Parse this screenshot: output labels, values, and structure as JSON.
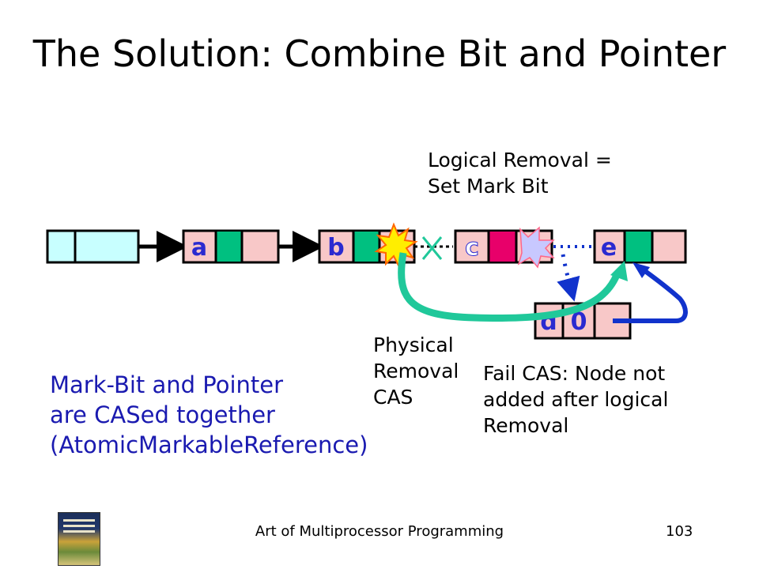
{
  "title": "The Solution: Combine Bit and Pointer",
  "labels": {
    "logical_removal": [
      "Logical Removal =",
      "Set Mark Bit"
    ],
    "physical_removal": [
      "Physical",
      "Removal",
      "CAS"
    ],
    "fail_cas": [
      "Fail CAS: Node not",
      "added after logical",
      "Removal"
    ],
    "mark_bit_note": [
      "Mark-Bit and Pointer",
      "are CASed together",
      "(AtomicMarkableReference)"
    ]
  },
  "nodes": {
    "a": "a",
    "b": "b",
    "c": "c",
    "d": "d",
    "e": "e",
    "d_mark": "0"
  },
  "colors": {
    "node_fill": "#f8c8c8",
    "head_fill": "#c8ffff",
    "mark_green": "#00c080",
    "mark_pink": "#e8006a",
    "cas_arrow": "#20c89a",
    "fail_arrow": "#1133cc",
    "text_blue": "#1a1ab0",
    "letter_blue": "#2a2ad0"
  },
  "footer": {
    "text": "Art of Multiprocessor Programming",
    "page": "103"
  }
}
